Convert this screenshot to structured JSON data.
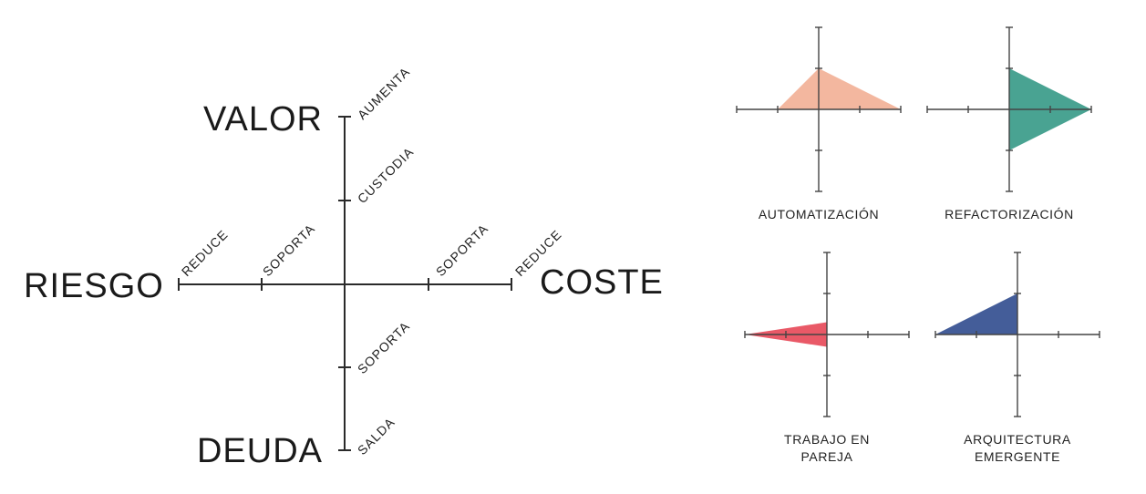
{
  "main_diagram": {
    "labels": {
      "valor": "VALOR",
      "riesgo": "RIESGO",
      "coste": "COSTE",
      "deuda": "DEUDA"
    },
    "ticks": {
      "valor_outer": "AUMENTA",
      "valor_inner": "CUSTODIA",
      "riesgo_outer": "REDUCE",
      "riesgo_inner": "SOPORTA",
      "coste_inner": "SOPORTA",
      "coste_outer": "REDUCE",
      "deuda_inner": "SOPORTA",
      "deuda_outer": "SALDA"
    }
  },
  "practices": [
    {
      "label_lines": [
        "AUTOMATIZACIÓN"
      ],
      "color": "#F2B39A",
      "levels": {
        "valor": 1,
        "coste": 2,
        "deuda": 0,
        "riesgo": 1
      }
    },
    {
      "label_lines": [
        "REFACTORIZACIÓN"
      ],
      "color": "#3F9E8C",
      "levels": {
        "valor": 1,
        "coste": 2,
        "deuda": 1,
        "riesgo": 0
      }
    },
    {
      "label_lines": [
        "TRABAJO EN",
        "PAREJA"
      ],
      "color": "#E8505F",
      "levels": {
        "valor": 0.3,
        "coste": 0,
        "deuda": 0.3,
        "riesgo": 2
      }
    },
    {
      "label_lines": [
        "ARQUITECTURA",
        "EMERGENTE"
      ],
      "color": "#3A5493",
      "levels": {
        "valor": 1,
        "coste": 0,
        "deuda": 0,
        "riesgo": 2
      }
    }
  ]
}
